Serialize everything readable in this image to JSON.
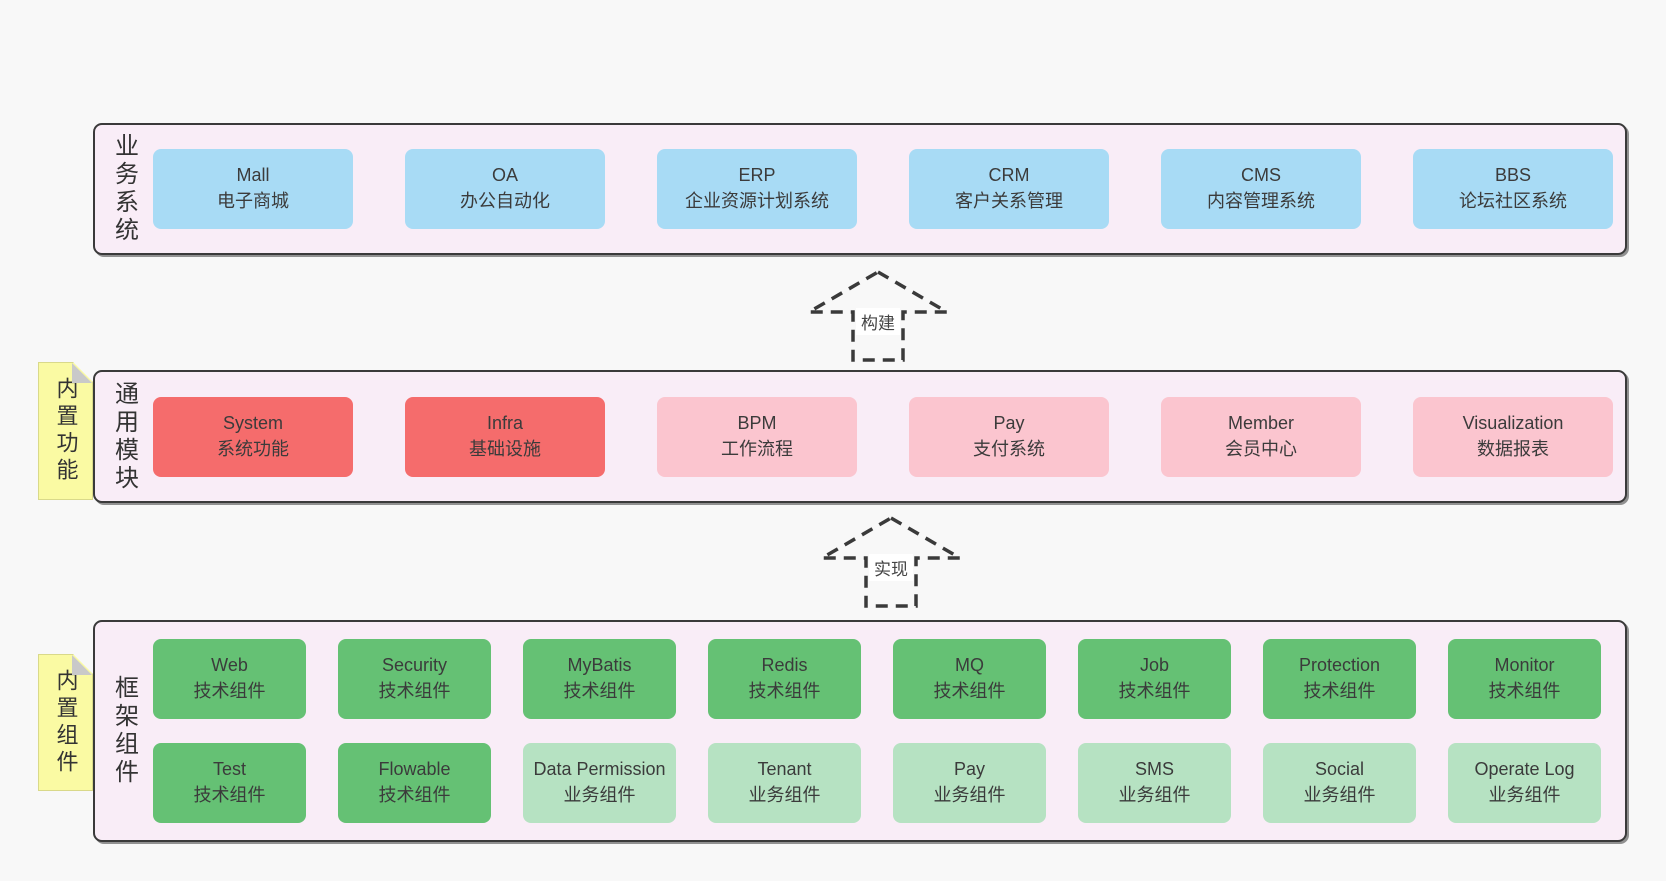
{
  "colors": {
    "page_bg": "#f8f8f8",
    "band_bg": "#f9edf7",
    "band_border": "#3a3a3a",
    "box_blue": "#a8dbf5",
    "box_red": "#f56c6c",
    "box_pink": "#fbc5cf",
    "box_green": "#65c174",
    "box_green_light": "#b6e2c2",
    "note_yellow": "#fafaa3"
  },
  "arrows": {
    "build": "构建",
    "implement": "实现"
  },
  "layers": {
    "business": {
      "label": "业务系统",
      "boxes": [
        {
          "name": "Mall",
          "desc": "电子商城"
        },
        {
          "name": "OA",
          "desc": "办公自动化"
        },
        {
          "name": "ERP",
          "desc": "企业资源计划系统"
        },
        {
          "name": "CRM",
          "desc": "客户关系管理"
        },
        {
          "name": "CMS",
          "desc": "内容管理系统"
        },
        {
          "name": "BBS",
          "desc": "论坛社区系统"
        }
      ]
    },
    "modules": {
      "label": "通用模块",
      "note": "内置功能",
      "boxes": [
        {
          "name": "System",
          "desc": "系统功能"
        },
        {
          "name": "Infra",
          "desc": "基础设施"
        },
        {
          "name": "BPM",
          "desc": "工作流程"
        },
        {
          "name": "Pay",
          "desc": "支付系统"
        },
        {
          "name": "Member",
          "desc": "会员中心"
        },
        {
          "name": "Visualization",
          "desc": "数据报表"
        }
      ]
    },
    "framework": {
      "label": "框架组件",
      "note": "内置组件",
      "row1": [
        {
          "name": "Web",
          "desc": "技术组件"
        },
        {
          "name": "Security",
          "desc": "技术组件"
        },
        {
          "name": "MyBatis",
          "desc": "技术组件"
        },
        {
          "name": "Redis",
          "desc": "技术组件"
        },
        {
          "name": "MQ",
          "desc": "技术组件"
        },
        {
          "name": "Job",
          "desc": "技术组件"
        },
        {
          "name": "Protection",
          "desc": "技术组件"
        },
        {
          "name": "Monitor",
          "desc": "技术组件"
        }
      ],
      "row2": [
        {
          "name": "Test",
          "desc": "技术组件"
        },
        {
          "name": "Flowable",
          "desc": "技术组件"
        },
        {
          "name": "Data Permission",
          "desc": "业务组件"
        },
        {
          "name": "Tenant",
          "desc": "业务组件"
        },
        {
          "name": "Pay",
          "desc": "业务组件"
        },
        {
          "name": "SMS",
          "desc": "业务组件"
        },
        {
          "name": "Social",
          "desc": "业务组件"
        },
        {
          "name": "Operate Log",
          "desc": "业务组件"
        }
      ]
    }
  }
}
